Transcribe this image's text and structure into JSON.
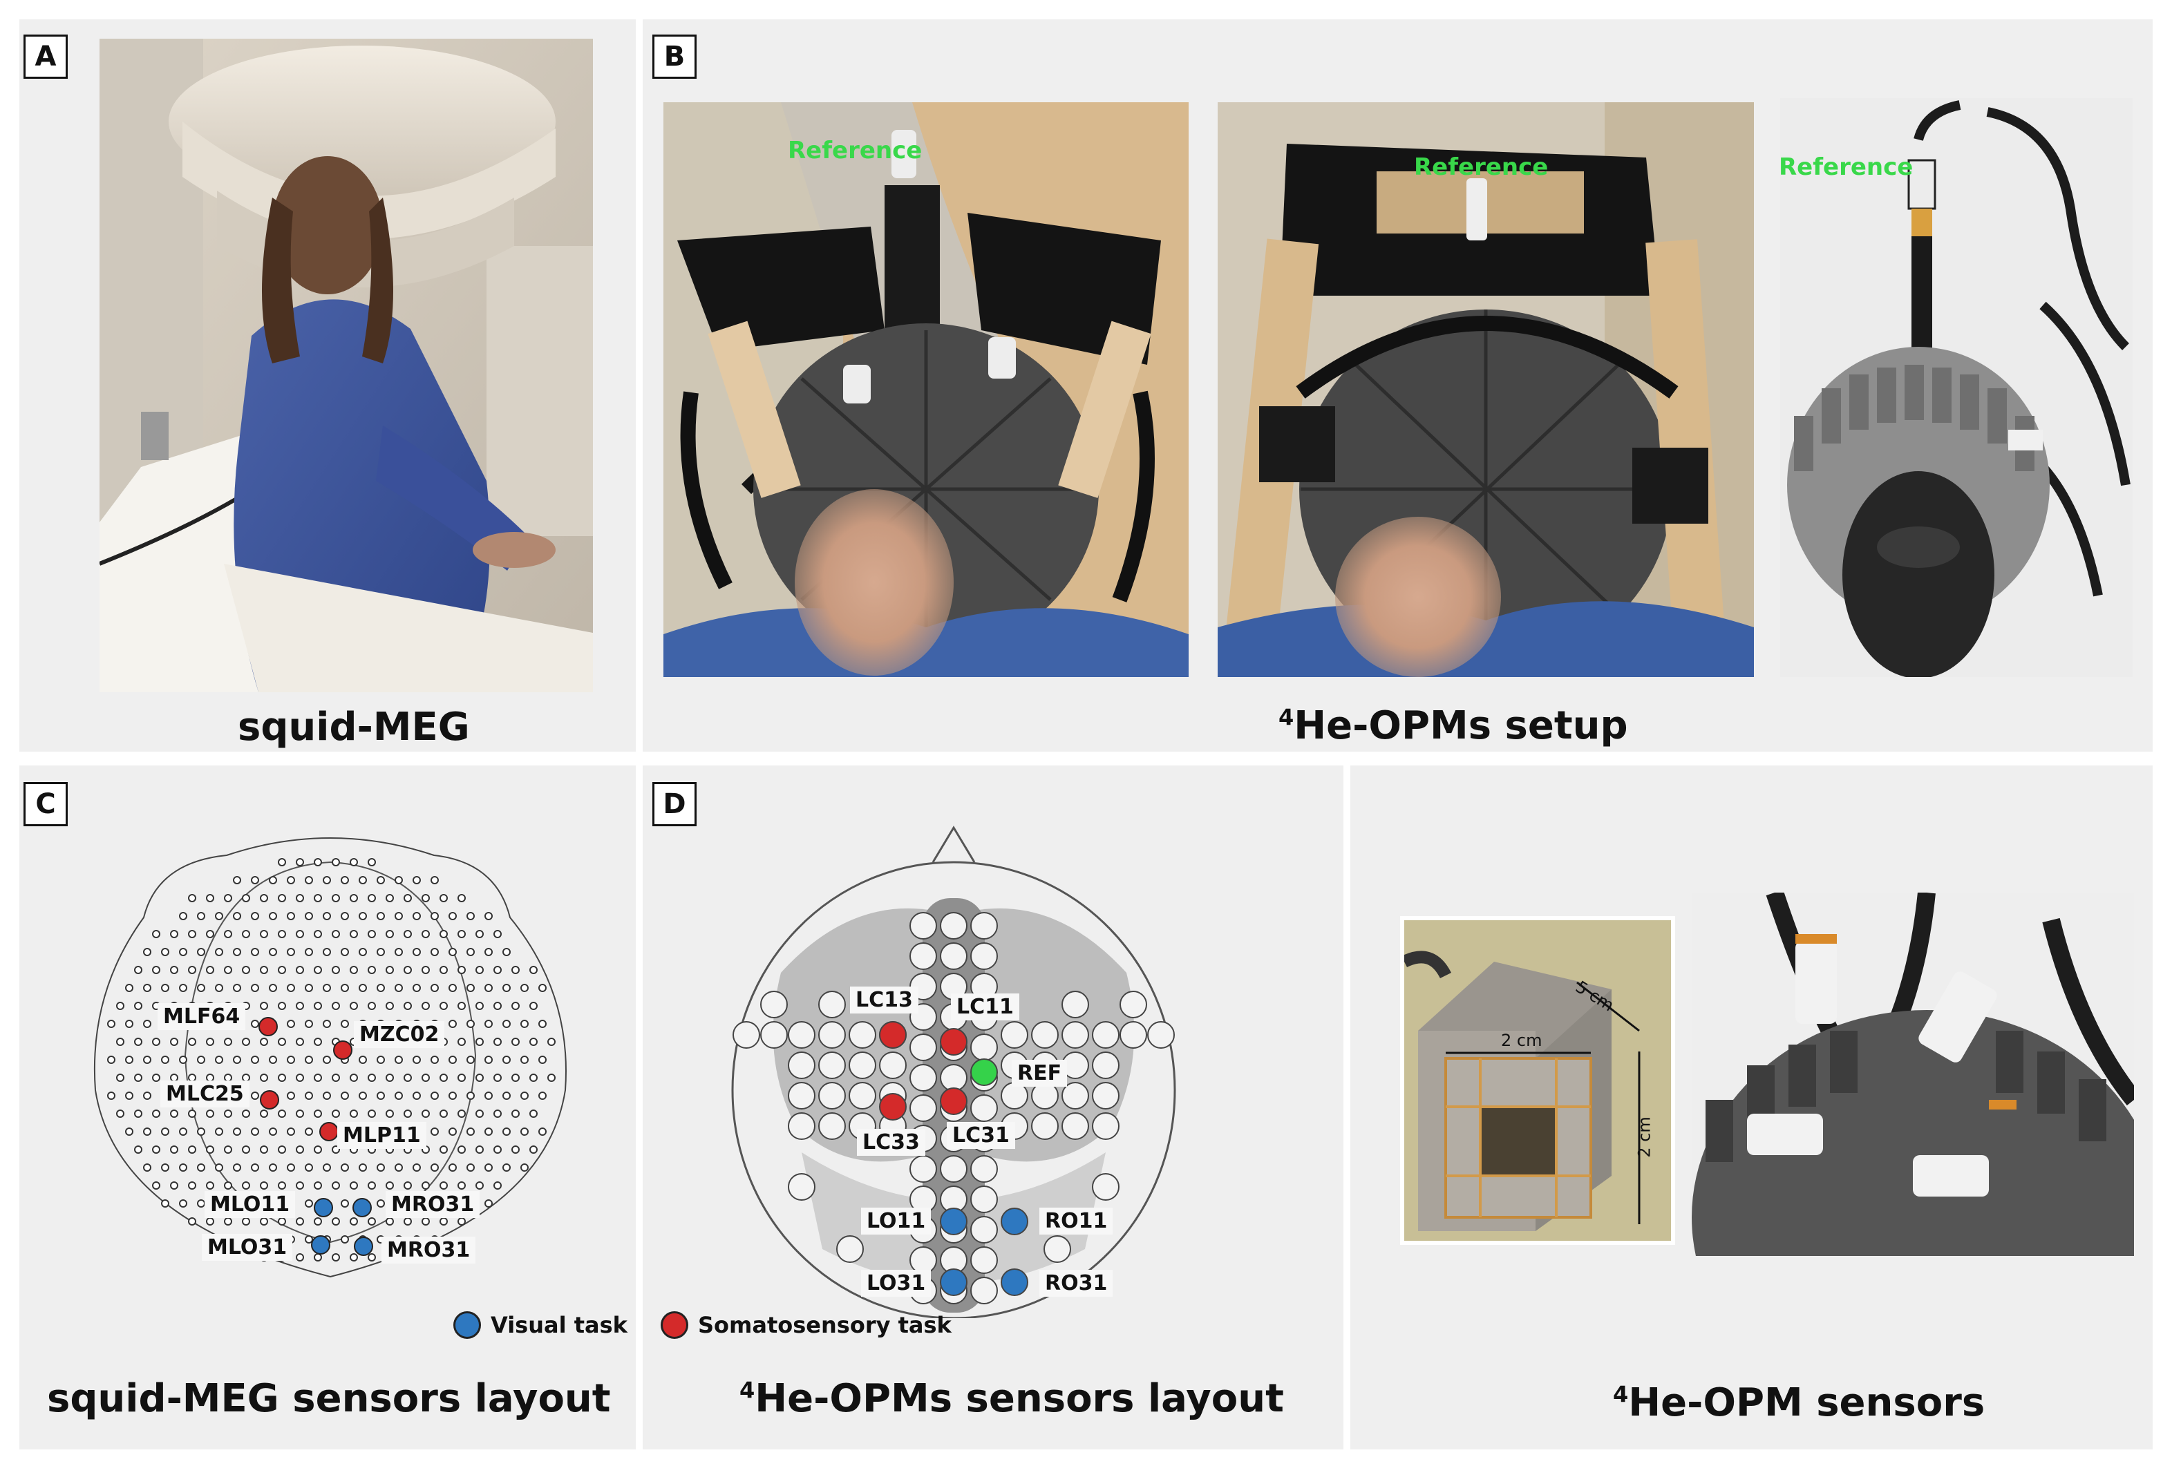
{
  "panels": {
    "a": {
      "tag": "A",
      "caption": "squid-MEG"
    },
    "b": {
      "tag": "B",
      "caption_sup": "4",
      "caption": "He-OPMs setup",
      "reference_label": "Reference"
    },
    "c": {
      "tag": "C",
      "caption": "squid-MEG sensors layout",
      "sensors_red": [
        "MLF64",
        "MZC02",
        "MLC25",
        "MLP11"
      ],
      "sensors_blue": [
        "MLO11",
        "MRO31",
        "MLO31",
        "MRO31"
      ],
      "legend_visual": "Visual task"
    },
    "d": {
      "tag": "D",
      "caption_sup": "4",
      "caption": "He-OPMs sensors layout",
      "sensors": [
        "LC13",
        "LC11",
        "REF",
        "LC33",
        "LC31",
        "LO11",
        "RO11",
        "LO31",
        "RO31"
      ],
      "legend_somato": "Somatosensory task"
    },
    "e": {
      "caption_sup": "4",
      "caption": "He-OPM sensors",
      "dim_5cm": "5 cm",
      "dim_2cm_top": "2 cm",
      "dim_2cm_side": "2 cm"
    }
  },
  "colors": {
    "red": "#d42a2a",
    "blue": "#2e78c0",
    "green": "#35d24a",
    "panel_bg": "#efefef"
  }
}
